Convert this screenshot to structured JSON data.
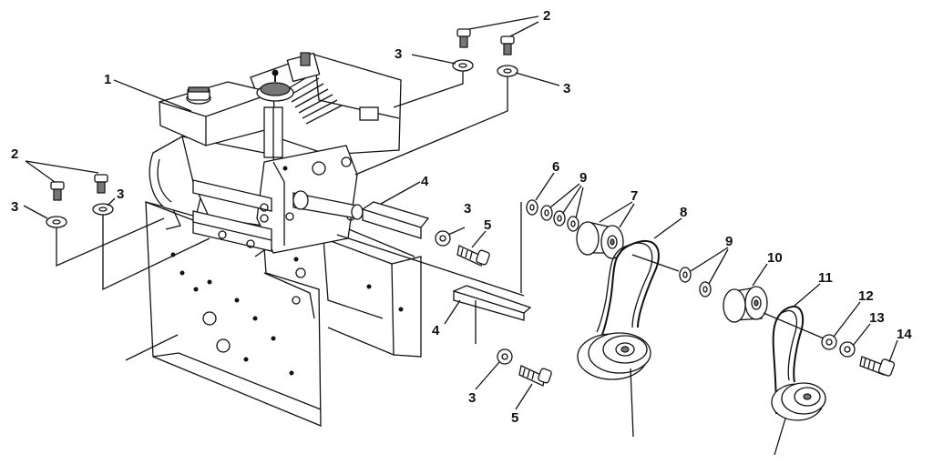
{
  "diagram": {
    "callouts": [
      {
        "id": "c2a",
        "label": "2"
      },
      {
        "id": "c3a",
        "label": "3"
      },
      {
        "id": "c3b",
        "label": "3"
      },
      {
        "id": "c1",
        "label": "1"
      },
      {
        "id": "c2b",
        "label": "2"
      },
      {
        "id": "c3c",
        "label": "3"
      },
      {
        "id": "c3d",
        "label": "3"
      },
      {
        "id": "c4a",
        "label": "4"
      },
      {
        "id": "c3e",
        "label": "3"
      },
      {
        "id": "c5a",
        "label": "5"
      },
      {
        "id": "c6",
        "label": "6"
      },
      {
        "id": "c9a",
        "label": "9"
      },
      {
        "id": "c7",
        "label": "7"
      },
      {
        "id": "c8",
        "label": "8"
      },
      {
        "id": "c9b",
        "label": "9"
      },
      {
        "id": "c10",
        "label": "10"
      },
      {
        "id": "c11",
        "label": "11"
      },
      {
        "id": "c12",
        "label": "12"
      },
      {
        "id": "c13",
        "label": "13"
      },
      {
        "id": "c14",
        "label": "14"
      },
      {
        "id": "c4b",
        "label": "4"
      },
      {
        "id": "c3f",
        "label": "3"
      },
      {
        "id": "c5b",
        "label": "5"
      }
    ]
  }
}
